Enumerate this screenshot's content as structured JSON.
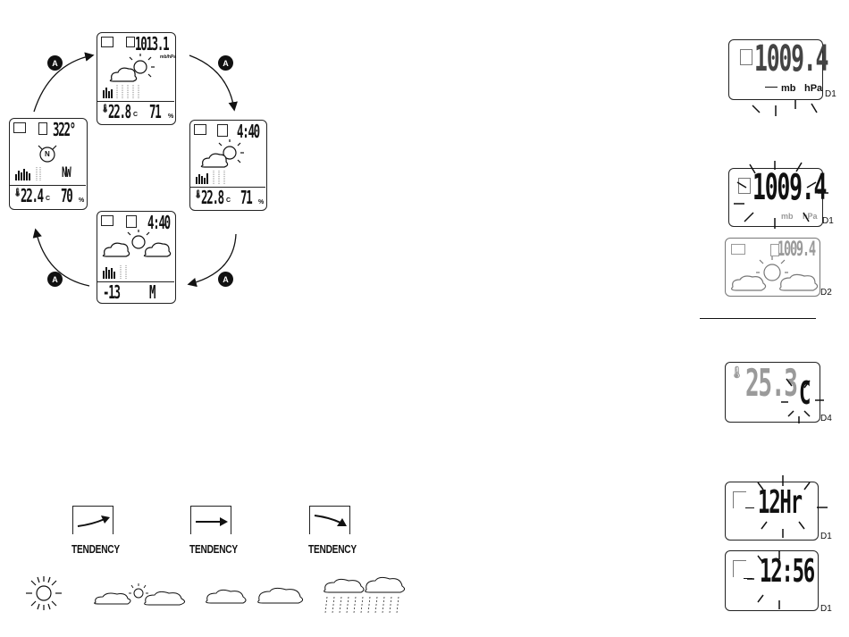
{
  "cycle": {
    "button": "A",
    "screens": [
      {
        "pressure": "1013.1",
        "unit": "mb/hPa",
        "temp": "22.8",
        "temp_unit": "C",
        "humidity": "71",
        "hum_unit": "%"
      },
      {
        "time": "4:40",
        "temp": "22.8",
        "temp_unit": "C",
        "humidity": "71",
        "hum_unit": "%"
      },
      {
        "time": "4:40",
        "value": "-13",
        "symbol": "M"
      },
      {
        "degrees": "322°",
        "compass": "N",
        "temp": "22.4",
        "temp_unit": "C",
        "humidity": "70",
        "hum_unit": "%",
        "wind_dir": "NW"
      }
    ]
  },
  "right_panels": [
    {
      "value": "1009.4",
      "unit1": "mb",
      "unit2": "hPa",
      "label": "D1"
    },
    {
      "value": "1009.4",
      "unit1": "mb",
      "unit2": "hPa",
      "label": "D1"
    },
    {
      "value": "1009.4",
      "label": "D2"
    },
    {
      "value": "25.3",
      "unit": "C",
      "label": "D4"
    },
    {
      "value": "12Hr",
      "label": "D1"
    },
    {
      "value": "12:56",
      "label": "D1"
    }
  ],
  "tendency": [
    {
      "label": "TENDENCY",
      "arrow": "rising-arrow"
    },
    {
      "label": "TENDENCY",
      "arrow": "steady-arrow"
    },
    {
      "label": "TENDENCY",
      "arrow": "falling-arrow"
    }
  ],
  "weather_icons": [
    "sunny-icon",
    "partly-cloudy-icon",
    "cloudy-icon",
    "rainy-icon"
  ]
}
